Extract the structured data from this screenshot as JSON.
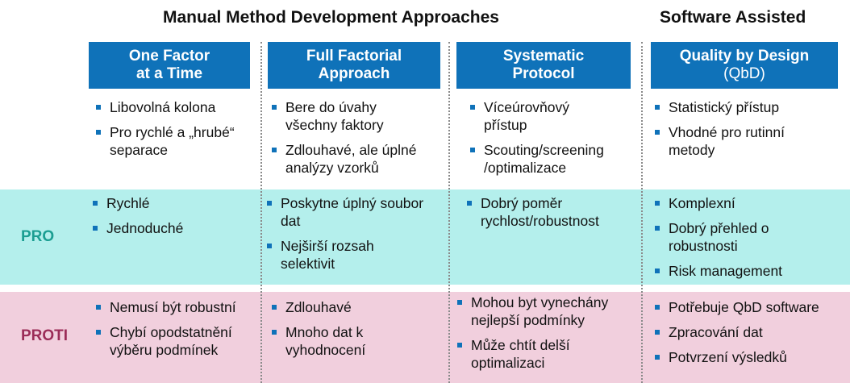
{
  "headings": {
    "manual": "Manual Method Development Approaches",
    "software": "Software Assisted"
  },
  "columns": [
    {
      "title_line1": "One Factor",
      "title_line2": "at a Time"
    },
    {
      "title_line1": "Full Factorial",
      "title_line2": "Approach"
    },
    {
      "title_line1": "Systematic",
      "title_line2": "Protocol"
    },
    {
      "title_line1": "Quality by Design",
      "title_line2": "(QbD)"
    }
  ],
  "row_labels": {
    "pro": "PRO",
    "proti": "PROTI"
  },
  "cells": {
    "description": [
      [
        "Libovolná kolona",
        "Pro rychlé a „hrubé“ separace"
      ],
      [
        "Bere do úvahy všechny faktory",
        "Zdlouhavé, ale úplné analýzy vzorků"
      ],
      [
        "Víceúrovňový přístup",
        "Scouting/screening /optimalizace"
      ],
      [
        "Statistický přístup",
        "Vhodné pro rutinní metody"
      ]
    ],
    "pro": [
      [
        "Rychlé",
        "Jednoduché"
      ],
      [
        "Poskytne úplný soubor dat",
        "Nejširší rozsah selektivit"
      ],
      [
        "Dobrý poměr rychlost/robustnost"
      ],
      [
        "Komplexní",
        "Dobrý přehled o robustnosti",
        "Risk management"
      ]
    ],
    "proti": [
      [
        "Nemusí být robustní",
        "Chybí opodstatnění výběru podmínek"
      ],
      [
        "Zdlouhavé",
        "Mnoho dat k vyhodnocení"
      ],
      [
        "Mohou byt vynechány nejlepší podmínky",
        "Může chtít delší optimalizaci"
      ],
      [
        "Potřebuje QbD software",
        "Zpracování dat",
        "Potvrzení výsledků"
      ]
    ]
  }
}
